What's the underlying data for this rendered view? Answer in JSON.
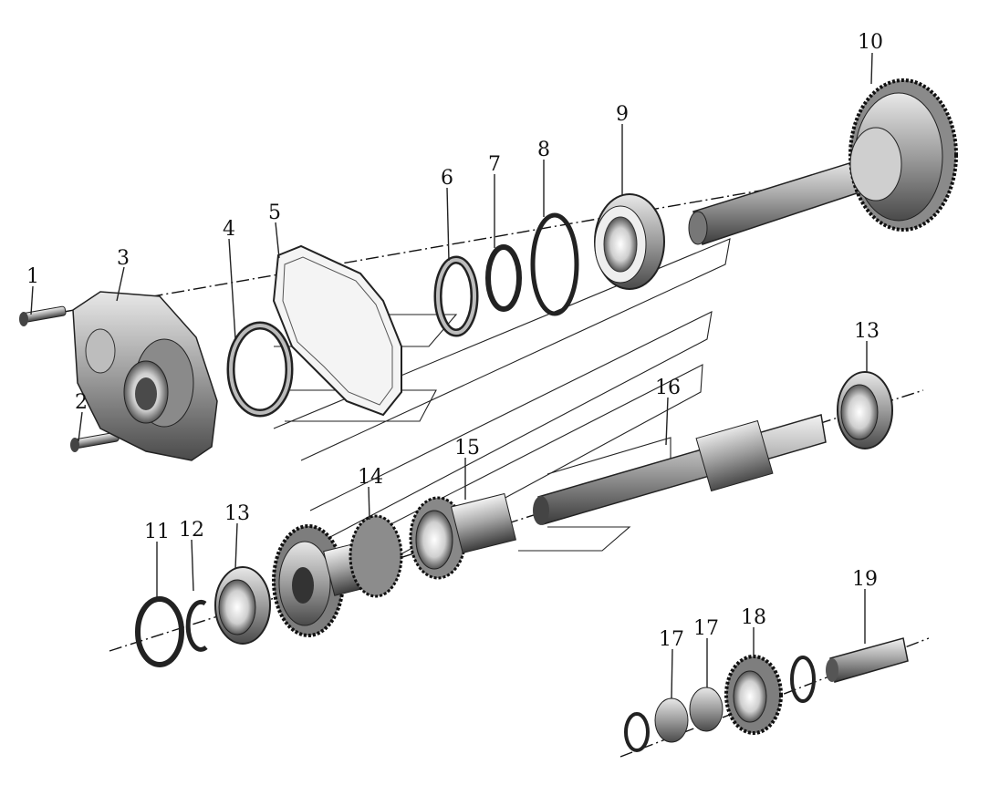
{
  "callouts": [
    "1",
    "2",
    "3",
    "4",
    "5",
    "6",
    "7",
    "8",
    "9",
    "10",
    "11",
    "12",
    "13",
    "13",
    "14",
    "15",
    "16",
    "17",
    "17",
    "18",
    "19"
  ],
  "colors": {
    "metal": "#9a9a9a",
    "metal_light": "#d6d6d6",
    "metal_dark": "#3a3a3a",
    "line": "#1a1a1a"
  }
}
